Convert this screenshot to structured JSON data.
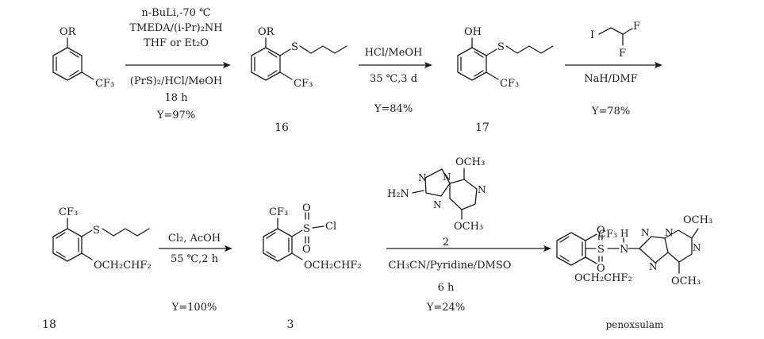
{
  "step1": {
    "reagents": [
      "n-BuLi,-70 ℃",
      "TMEDA/(i-Pr)₂NH",
      "THF or Et₂O"
    ],
    "conditions": [
      "(PrS)₂/HCl/MeOH",
      "18 h"
    ],
    "yield": "Y=97%"
  },
  "step2": {
    "reagents": [
      "HCl/MeOH"
    ],
    "conditions": [
      "35 ℃,3 d"
    ],
    "yield": "Y=84%"
  },
  "step3": {
    "conditions": [
      "NaH/DMF"
    ],
    "yield": "Y=78%"
  },
  "step4": {
    "reagents": [
      "Cl₂, AcOH"
    ],
    "conditions": [
      "55 ℃,2 h"
    ],
    "yield": "Y=100%"
  },
  "step5": {
    "reagent_label": "2",
    "conditions": [
      "CH₃CN/Pyridine/DMSO",
      "6 h"
    ],
    "yield": "Y=24%"
  },
  "compounds": {
    "c16": "16",
    "c17": "17",
    "c18": "18",
    "c3": "3",
    "penox": "penoxsulam"
  },
  "atoms": {
    "OR": "OR",
    "OH": "OH",
    "CF3": "CF₃",
    "S": "S",
    "F": "F",
    "I": "I",
    "Cl": "Cl",
    "O": "O",
    "N": "N",
    "H": "H",
    "H2N": "H₂N",
    "OCH3": "OCH₃",
    "OCH2CHF2": "OCH₂CHF₂"
  }
}
